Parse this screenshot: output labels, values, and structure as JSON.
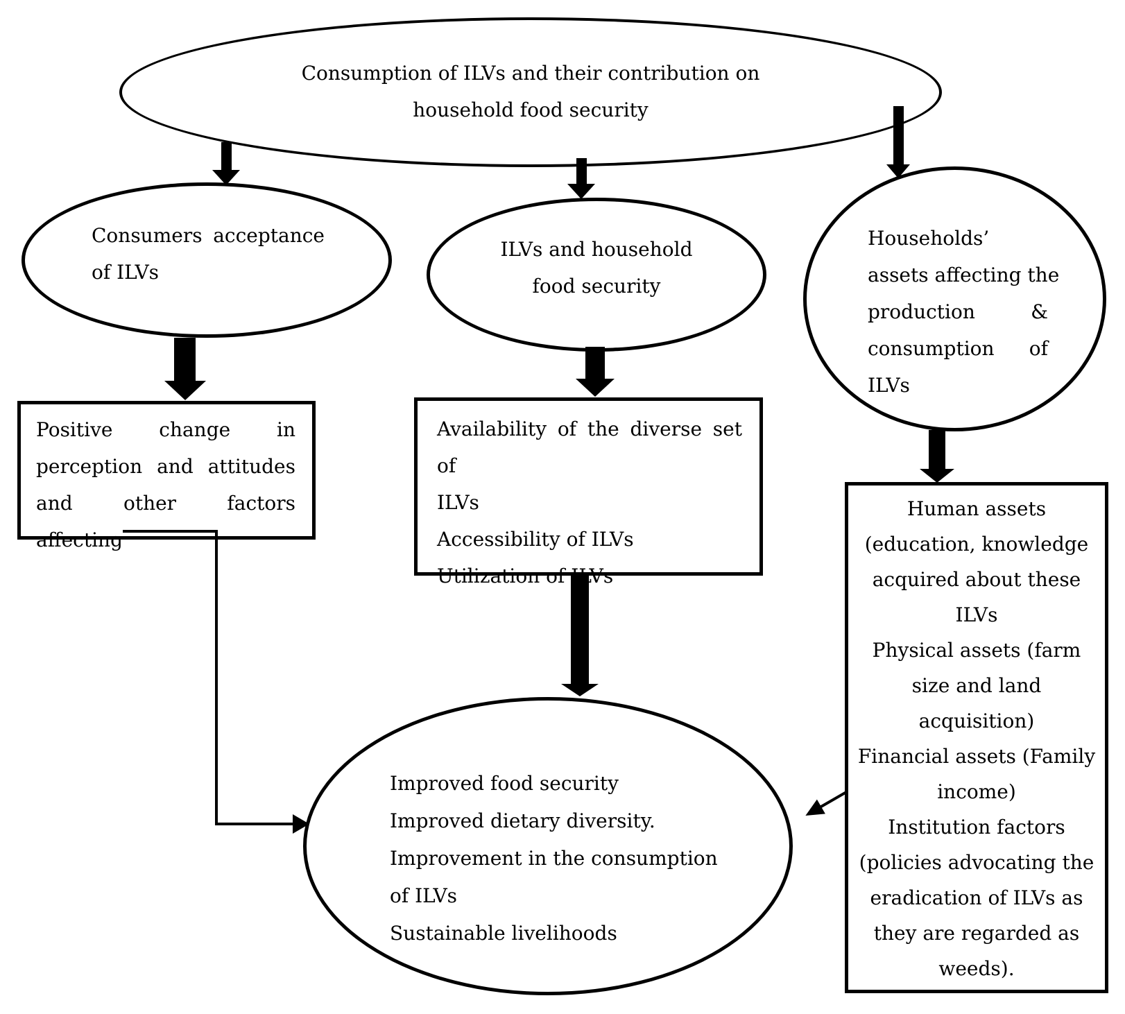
{
  "figure": {
    "type": "concept-flow-diagram",
    "ink_color": "#000000",
    "background_color": "#ffffff"
  },
  "nodes": {
    "top_ellipse": {
      "shape": "ellipse",
      "lines": [
        "Consumption of ILVs and their contribution on",
        "household food security"
      ]
    },
    "left_ellipse": {
      "shape": "ellipse",
      "lines": [
        "Consumers acceptance",
        "of ILVs"
      ]
    },
    "middle_ellipse": {
      "shape": "ellipse",
      "lines": [
        "ILVs and household",
        "food security"
      ]
    },
    "right_circle": {
      "shape": "circle",
      "lines": [
        "Households’",
        "assets affecting the",
        "production &",
        "consumption of",
        "ILVs"
      ]
    },
    "left_rect": {
      "shape": "rectangle",
      "lines": [
        "Positive change in",
        "perception and attitudes",
        "and other factors affecting"
      ]
    },
    "middle_rect": {
      "shape": "rectangle",
      "lines": [
        "Availability of the diverse set of",
        "ILVs",
        "Accessibility of ILVs",
        "Utilization of ILVs"
      ]
    },
    "right_rect": {
      "shape": "rectangle",
      "lines": [
        "Human assets",
        "(education, knowledge",
        "acquired about these",
        "ILVs",
        "Physical assets (farm",
        "size and land",
        "acquisition)",
        "Financial assets (Family",
        "income)",
        "Institution factors",
        "(policies advocating the",
        "eradication of ILVs as",
        "they are regarded as",
        "weeds)."
      ]
    },
    "bottom_ellipse": {
      "shape": "ellipse",
      "lines": [
        "Improved food security",
        "Improved dietary diversity.",
        "Improvement in the consumption",
        "of ILVs",
        "Sustainable livelihoods"
      ]
    }
  },
  "edges": [
    {
      "from": "top-ellipse",
      "to": "left-ellipse",
      "style": "thick-block-arrow"
    },
    {
      "from": "top-ellipse",
      "to": "middle-ellipse",
      "style": "thick-block-arrow"
    },
    {
      "from": "top-ellipse",
      "to": "right-circle",
      "style": "thick-block-arrow"
    },
    {
      "from": "left-ellipse",
      "to": "left-rect",
      "style": "thick-block-arrow"
    },
    {
      "from": "middle-ellipse",
      "to": "middle-rect",
      "style": "thick-block-arrow"
    },
    {
      "from": "right-circle",
      "to": "right-rect",
      "style": "thick-block-arrow"
    },
    {
      "from": "middle-rect",
      "to": "bottom-ellipse",
      "style": "thick-block-arrow"
    },
    {
      "from": "left-rect",
      "to": "bottom-ellipse",
      "style": "thin-elbow-arrow"
    },
    {
      "from": "right-rect",
      "to": "bottom-ellipse",
      "style": "thin-diagonal-arrow"
    }
  ]
}
